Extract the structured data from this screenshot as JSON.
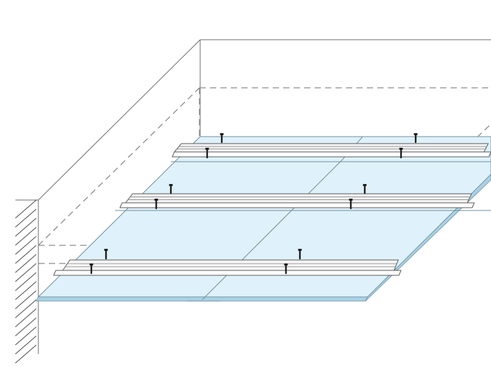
{
  "diagram": {
    "colors": {
      "board_fill": "#dff1fa",
      "board_edge": "#a9d1e4",
      "line": "#6e6e6e",
      "screw": "#1f1f1f"
    },
    "parts": {
      "room": "room-corner-outline",
      "wall": "hatched-wall",
      "boards": "ceiling-boards",
      "profiles": "furring-profiles",
      "screws": "fixing-screws",
      "lowered_ceiling": "dashed-lowered-ceiling-outline"
    }
  }
}
